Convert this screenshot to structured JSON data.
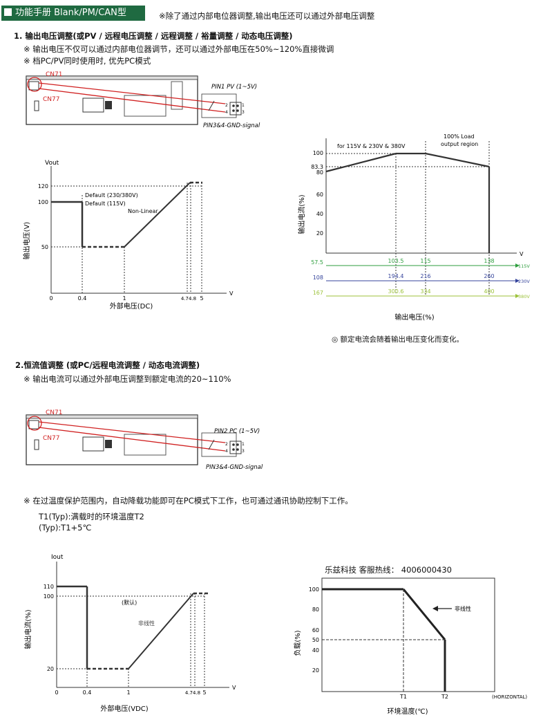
{
  "header": {
    "tag": "功能手册 Blank/PM/CAN型",
    "note": "※除了通过内部电位器调整,输出电压还可以通过外部电压调整"
  },
  "s1": {
    "title": "1. 输出电压调整(或PV / 远程电压调整 / 远程调整 / 裕量调整 / 动态电压调整)",
    "note1": "※ 输出电压不仅可以通过内部电位器调节，还可以通过外部电压在50%~120%直接微调",
    "note2": "※ 档PC/PV同时使用时, 优先PC模式",
    "cn71": "CN71",
    "cn77": "CN77",
    "pin_label": "PIN1 PV (1~5V)",
    "pin_gnd": "PIN3&4-GND-signal",
    "pins": [
      "2",
      "1",
      "4",
      "3"
    ]
  },
  "chart_vout": {
    "type": "line",
    "ylabel_top": "Vout",
    "ylabel": "输出电压(V)",
    "xlabel": "外部电压(DC)",
    "xunit": "V",
    "yticks": [
      "120",
      "100",
      "50"
    ],
    "xticks": [
      "0",
      "0.4",
      "1",
      "4.74.8",
      "5"
    ],
    "ann_default_hi": "Default (230/380V)",
    "ann_default_lo": "Default (115V)",
    "ann_nonlinear": "Non-Linear"
  },
  "chart_derate": {
    "type": "line",
    "ylabel": "输出电流(%)",
    "xlabel": "输出电压(%)",
    "xunit": "V",
    "yticks": [
      "100",
      "83.3",
      "80",
      "60",
      "40",
      "20"
    ],
    "ann_for": "for 115V & 230V & 380V",
    "ann_region": "100% Load\noutput region",
    "rows": [
      {
        "start": "57.5",
        "vals": [
          "103.5",
          "115",
          "138"
        ],
        "tag": "115V",
        "color": "#2e9e3e"
      },
      {
        "start": "108",
        "vals": [
          "194.4",
          "216",
          "260"
        ],
        "tag": "230V",
        "color": "#34439b"
      },
      {
        "start": "167",
        "vals": [
          "300.6",
          "334",
          "400"
        ],
        "tag": "380V",
        "color": "#9cc23a"
      }
    ],
    "footnote": "◎ 额定电流会随着输出电压变化而变化。"
  },
  "s2": {
    "title": "2.恒流值调整 (或PC/远程电流调整 / 动态电流调整)",
    "note": "※ 输出电流可以通过外部电压调整到额定电流的20~110%",
    "cn71": "CN71",
    "cn77": "CN77",
    "pin_label": "PIN2 PC (1~5V)",
    "pin_gnd": "PIN3&4-GND-signal",
    "pins": [
      "2",
      "1",
      "4",
      "3"
    ]
  },
  "s3": {
    "note": "※ 在过温度保护范围内，自动降载功能即可在PC模式下工作，也可通过通讯协助控制下工作。",
    "t1": "T1(Typ):满载时的环境温度T2",
    "t2": "(Typ):T1+5℃"
  },
  "chart_iout": {
    "type": "line",
    "ylabel_top": "Iout",
    "ylabel": "输出电流(%)",
    "xlabel": "外部电压(VDC)",
    "xunit": "V",
    "yticks": [
      "110",
      "100",
      "20"
    ],
    "xticks": [
      "0",
      "0.4",
      "1",
      "4.74.8",
      "5"
    ],
    "ann_default": "(默认)",
    "ann_nonlinear": "非线性"
  },
  "chart_temp": {
    "type": "line",
    "hotline": "乐兹科技 客服热线： 4006000430",
    "ylabel": "负载(%)",
    "xlabel": "环境温度(℃)",
    "yticks": [
      "100",
      "80",
      "60",
      "50",
      "40",
      "20"
    ],
    "xticks": [
      "T1",
      "T2"
    ],
    "xunit": "(HORIZONTAL)",
    "ann_nonlinear": "非线性"
  }
}
